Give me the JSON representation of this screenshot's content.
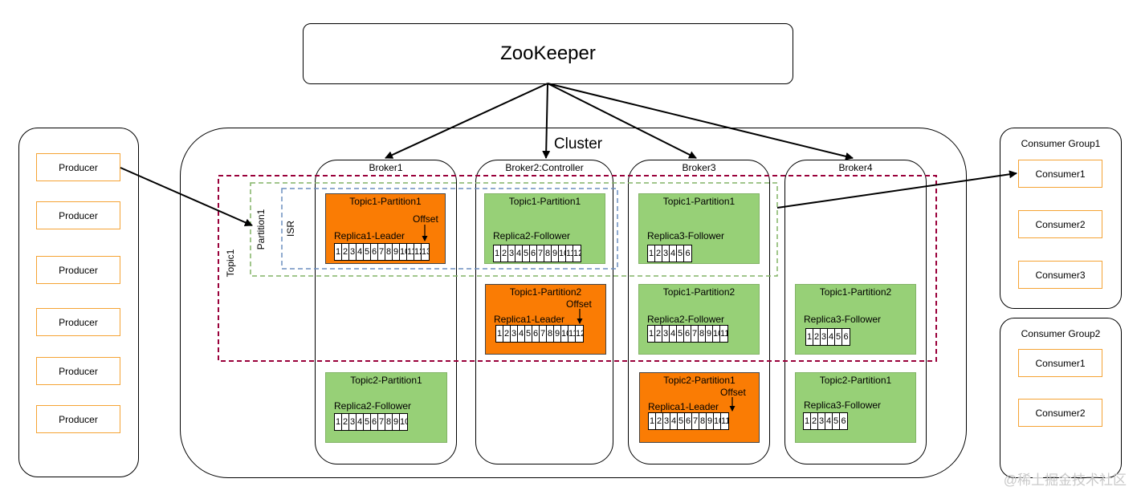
{
  "zookeeper": {
    "label": "ZooKeeper"
  },
  "producers": [
    "Producer",
    "Producer",
    "Producer",
    "Producer",
    "Producer",
    "Producer"
  ],
  "cluster": {
    "title": "Cluster"
  },
  "labels": {
    "topic1": "Topic1",
    "partition1": "Partition1",
    "isr": "ISR",
    "offset": "Offset"
  },
  "brokers": [
    {
      "title": "Broker1",
      "partitions": [
        {
          "title": "Topic1-Partition1",
          "role": "Replica1-Leader",
          "cells": [
            "1",
            "2",
            "3",
            "4",
            "5",
            "6",
            "7",
            "8",
            "9",
            "10",
            "11",
            "12",
            "13"
          ],
          "offset": "Offset",
          "color": "#fa7c04"
        },
        {
          "title": "Topic2-Partition1",
          "role": "Replica2-Follower",
          "cells": [
            "1",
            "2",
            "3",
            "4",
            "5",
            "6",
            "7",
            "8",
            "9",
            "10"
          ],
          "color": "#97d077"
        }
      ]
    },
    {
      "title": "Broker2:Controller",
      "partitions": [
        {
          "title": "Topic1-Partition1",
          "role": "Replica2-Follower",
          "cells": [
            "1",
            "2",
            "3",
            "4",
            "5",
            "6",
            "7",
            "8",
            "9",
            "10",
            "11",
            "12"
          ],
          "color": "#97d077"
        },
        {
          "title": "Topic1-Partition2",
          "role": "Replica1-Leader",
          "cells": [
            "1",
            "2",
            "3",
            "4",
            "5",
            "6",
            "7",
            "8",
            "9",
            "10",
            "11",
            "12"
          ],
          "offset": "Offset",
          "color": "#fa7c04"
        }
      ]
    },
    {
      "title": "Broker3",
      "partitions": [
        {
          "title": "Topic1-Partition1",
          "role": "Replica3-Follower",
          "cells": [
            "1",
            "2",
            "3",
            "4",
            "5",
            "6"
          ],
          "color": "#97d077"
        },
        {
          "title": "Topic1-Partition2",
          "role": "Replica2-Follower",
          "cells": [
            "1",
            "2",
            "3",
            "4",
            "5",
            "6",
            "7",
            "8",
            "9",
            "10",
            "11"
          ],
          "color": "#97d077"
        },
        {
          "title": "Topic2-Partition1",
          "role": "Replica1-Leader",
          "cells": [
            "1",
            "2",
            "3",
            "4",
            "5",
            "6",
            "7",
            "8",
            "9",
            "10",
            "11"
          ],
          "offset": "Offset",
          "color": "#fa7c04"
        }
      ]
    },
    {
      "title": "Broker4",
      "partitions": [
        {
          "title": "Topic1-Partition2",
          "role": "Replica3-Follower",
          "cells": [
            "1",
            "2",
            "3",
            "4",
            "5",
            "6"
          ],
          "color": "#97d077"
        },
        {
          "title": "Topic2-Partition1",
          "role": "Replica3-Follower",
          "cells": [
            "1",
            "2",
            "3",
            "4",
            "5",
            "6"
          ],
          "color": "#97d077"
        }
      ]
    }
  ],
  "consumer_groups": [
    {
      "title": "Consumer Group1",
      "consumers": [
        "Consumer1",
        "Consumer2",
        "Consumer3"
      ]
    },
    {
      "title": "Consumer Group2",
      "consumers": [
        "Consumer1",
        "Consumer2"
      ]
    }
  ],
  "watermark": "@稀土掘金技术社区",
  "colors": {
    "leader": "#fa7c04",
    "follower": "#97d077",
    "producer_border": "#f5a334",
    "topic_border": "#99003a",
    "partition_border": "#82b366",
    "isr_border": "#6c8ebf"
  }
}
